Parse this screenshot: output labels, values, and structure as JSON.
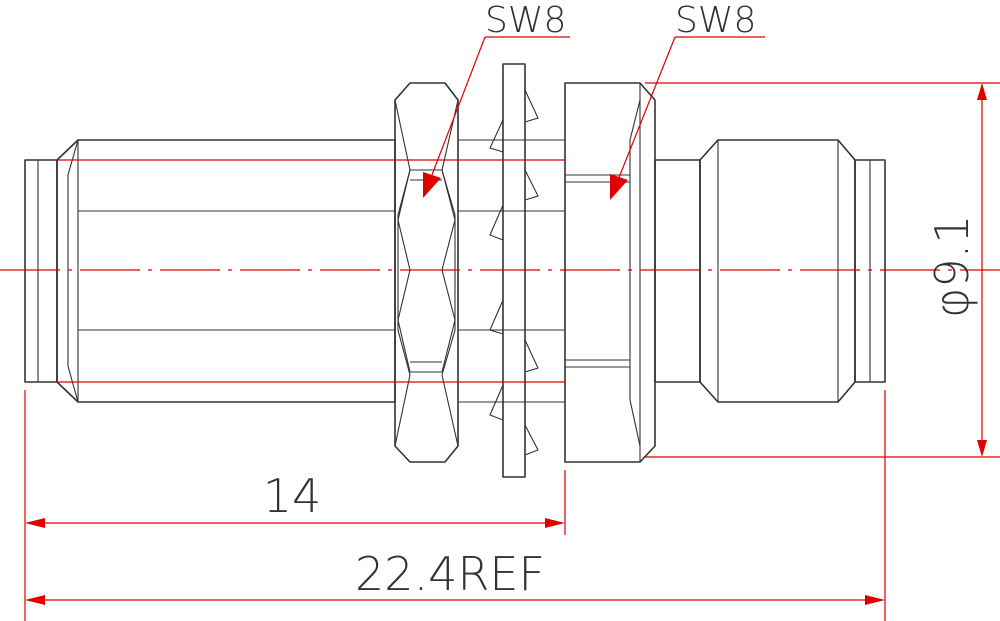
{
  "callouts": {
    "left_wrench": "SW8",
    "right_wrench": "SW8"
  },
  "dimensions": {
    "diameter": "φ9.1",
    "length_mount": "14",
    "length_total": "22.4REF"
  },
  "colors": {
    "outline": "#333333",
    "dimension_lines": "#e00000"
  }
}
